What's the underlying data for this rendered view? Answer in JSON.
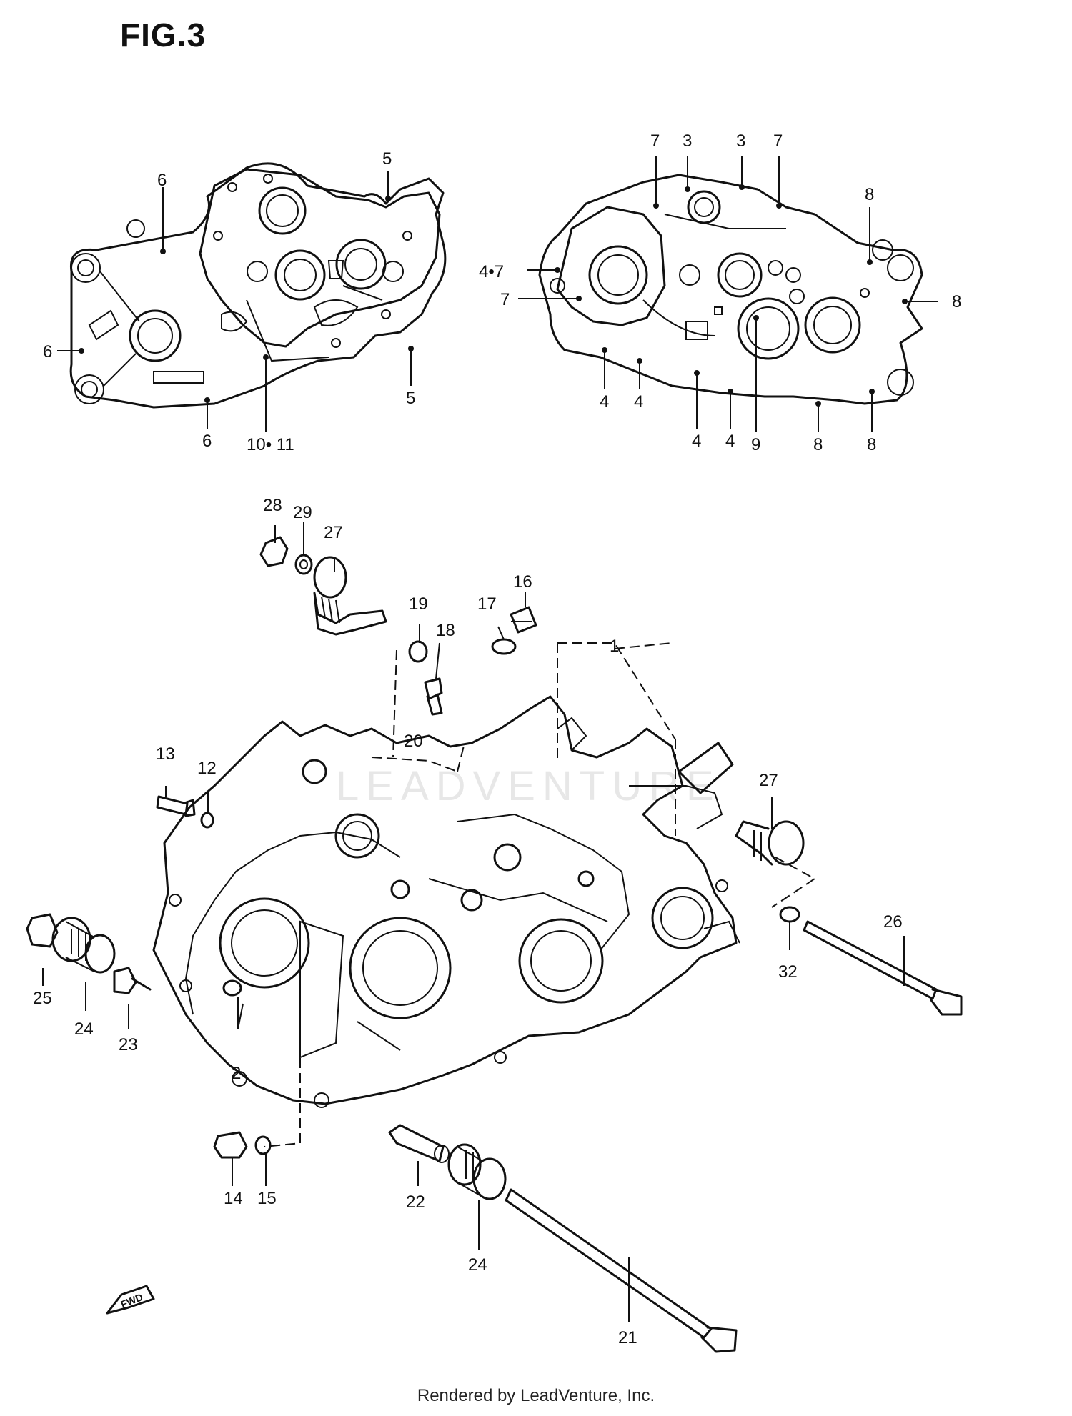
{
  "figure": {
    "title": "FIG.3"
  },
  "watermark": "LEADVENTURE",
  "footer": "Rendered by LeadVenture, Inc.",
  "fwd_arrow": {
    "label": "FWD"
  },
  "callouts": [
    {
      "id": "c-6a",
      "text": "6"
    },
    {
      "id": "c-5a",
      "text": "5"
    },
    {
      "id": "c-6b",
      "text": "6"
    },
    {
      "id": "c-6c",
      "text": "6"
    },
    {
      "id": "c-1011",
      "text": "10• 11"
    },
    {
      "id": "c-5b",
      "text": "5"
    },
    {
      "id": "c-7a",
      "text": "7"
    },
    {
      "id": "c-3a",
      "text": "3"
    },
    {
      "id": "c-3b",
      "text": "3"
    },
    {
      "id": "c-7b",
      "text": "7"
    },
    {
      "id": "c-8a",
      "text": "8"
    },
    {
      "id": "c-47",
      "text": "4•7"
    },
    {
      "id": "c-7c",
      "text": "7"
    },
    {
      "id": "c-8b",
      "text": "8"
    },
    {
      "id": "c-4a",
      "text": "4"
    },
    {
      "id": "c-4b",
      "text": "4"
    },
    {
      "id": "c-4c",
      "text": "4"
    },
    {
      "id": "c-4d",
      "text": "4"
    },
    {
      "id": "c-9",
      "text": "9"
    },
    {
      "id": "c-8c",
      "text": "8"
    },
    {
      "id": "c-8d",
      "text": "8"
    },
    {
      "id": "c-28",
      "text": "28"
    },
    {
      "id": "c-29",
      "text": "29"
    },
    {
      "id": "c-27a",
      "text": "27"
    },
    {
      "id": "c-16",
      "text": "16"
    },
    {
      "id": "c-19",
      "text": "19"
    },
    {
      "id": "c-17",
      "text": "17"
    },
    {
      "id": "c-18",
      "text": "18"
    },
    {
      "id": "c-1",
      "text": "1"
    },
    {
      "id": "c-20",
      "text": "20"
    },
    {
      "id": "c-13",
      "text": "13"
    },
    {
      "id": "c-12",
      "text": "12"
    },
    {
      "id": "c-27b",
      "text": "27"
    },
    {
      "id": "c-26",
      "text": "26"
    },
    {
      "id": "c-32",
      "text": "32"
    },
    {
      "id": "c-25",
      "text": "25"
    },
    {
      "id": "c-24a",
      "text": "24"
    },
    {
      "id": "c-23",
      "text": "23"
    },
    {
      "id": "c-2",
      "text": "2"
    },
    {
      "id": "c-14",
      "text": "14"
    },
    {
      "id": "c-15",
      "text": "15"
    },
    {
      "id": "c-22",
      "text": "22"
    },
    {
      "id": "c-24b",
      "text": "24"
    },
    {
      "id": "c-21",
      "text": "21"
    }
  ]
}
